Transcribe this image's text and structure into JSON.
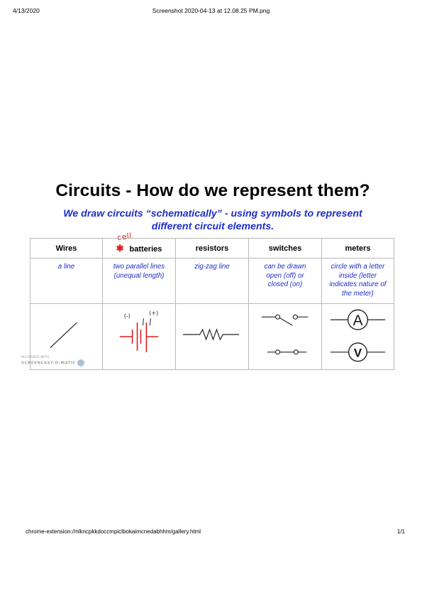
{
  "print_header": {
    "date": "4/13/2020",
    "title": "Screenshot 2020-04-13 at 12.08.25 PM.png"
  },
  "slide": {
    "title": "Circuits - How do we represent them?",
    "subtitle_line1": "We draw circuits “schematically”   - using symbols to represent",
    "subtitle_line2": "different circuit elements.",
    "annotation": "cell"
  },
  "table": {
    "headers": [
      "Wires",
      "batteries",
      "resistors",
      "switches",
      "meters"
    ],
    "descriptions": [
      "a line",
      "two parallel lines (unequal length)",
      "zig-zag line",
      "can be drawn open (off) or closed (on)",
      "circle with a letter inside (letter indicates nature of the meter)"
    ],
    "battery_labels": {
      "negative": "(-)",
      "positive": "(+)"
    },
    "meter_letters": {
      "ammeter": "A",
      "voltmeter": "V"
    }
  },
  "watermark": {
    "line1": "RECORDED WITH",
    "line2": "SCREENCAST-O-MATIC"
  },
  "colors": {
    "subtitle_blue": "#1f2ec9",
    "annotation_red": "#e01b1b",
    "grid_gray": "#b9b9b9"
  },
  "print_footer": {
    "url": "chrome-extension://nlkncpkkdoccmpiclbokaimcnedabhhm/gallery.html",
    "page": "1/1"
  }
}
